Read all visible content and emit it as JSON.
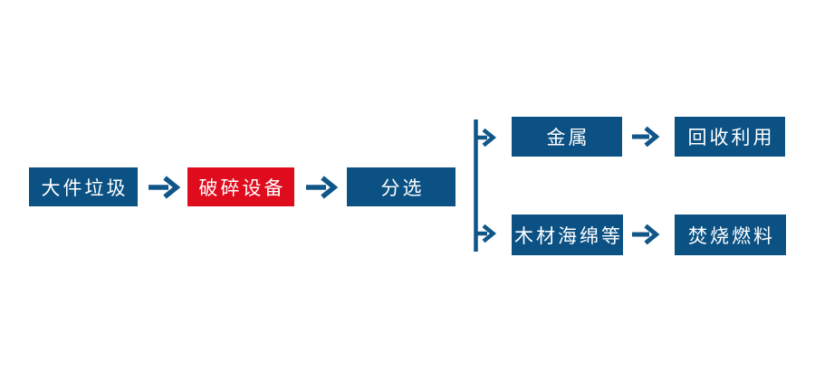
{
  "colors": {
    "box_blue": "#0B5183",
    "box_red": "#DF0C1E",
    "arrow_blue": "#115689",
    "label_white": "#FFFFFF"
  },
  "diagram": {
    "main_row": [
      {
        "label": "大件垃圾",
        "variant": "blue"
      },
      {
        "label": "破碎设备",
        "variant": "red"
      },
      {
        "label": "分选",
        "variant": "blue"
      }
    ],
    "branch_top": [
      {
        "label": "金属",
        "variant": "blue"
      },
      {
        "label": "回收利用",
        "variant": "blue"
      }
    ],
    "branch_bottom": [
      {
        "label": "木材海绵等",
        "variant": "blue"
      },
      {
        "label": "焚烧燃料",
        "variant": "blue"
      }
    ],
    "edges": [
      {
        "from": "大件垃圾",
        "to": "破碎设备"
      },
      {
        "from": "破碎设备",
        "to": "分选"
      },
      {
        "from": "分选",
        "to": "金属"
      },
      {
        "from": "分选",
        "to": "木材海绵等"
      },
      {
        "from": "金属",
        "to": "回收利用"
      },
      {
        "from": "木材海绵等",
        "to": "焚烧燃料"
      }
    ]
  }
}
